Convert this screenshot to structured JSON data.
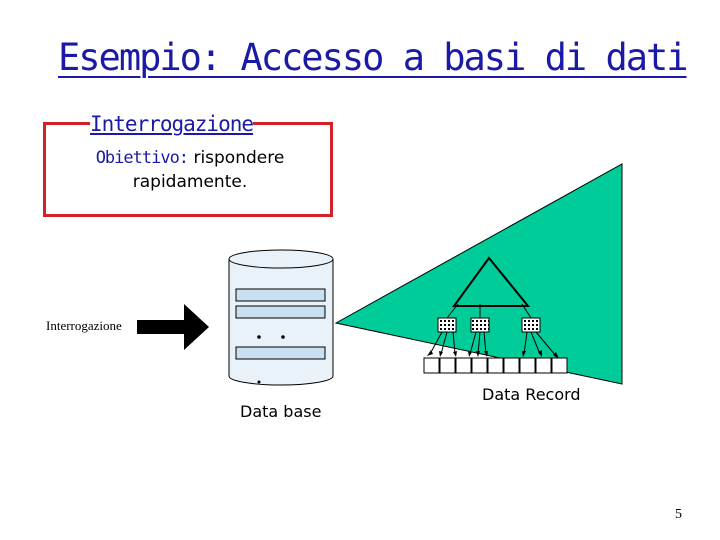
{
  "slide": {
    "title": "Esempio: Accesso a basi di dati",
    "page_number": "5"
  },
  "goal_box": {
    "heading": "Interrogazione",
    "goal_label": "Obiettivo:",
    "goal_text": " rispondere rapidamente."
  },
  "diagram": {
    "input_label": "Interrogazione",
    "database_label": "Data base",
    "record_label": "Data Record",
    "colors": {
      "title": "#1a1aa6",
      "box_border": "#d3212a",
      "index_fill": "#00cc99",
      "db_fill": "#e8f2f8",
      "arrow": "#000000"
    }
  }
}
